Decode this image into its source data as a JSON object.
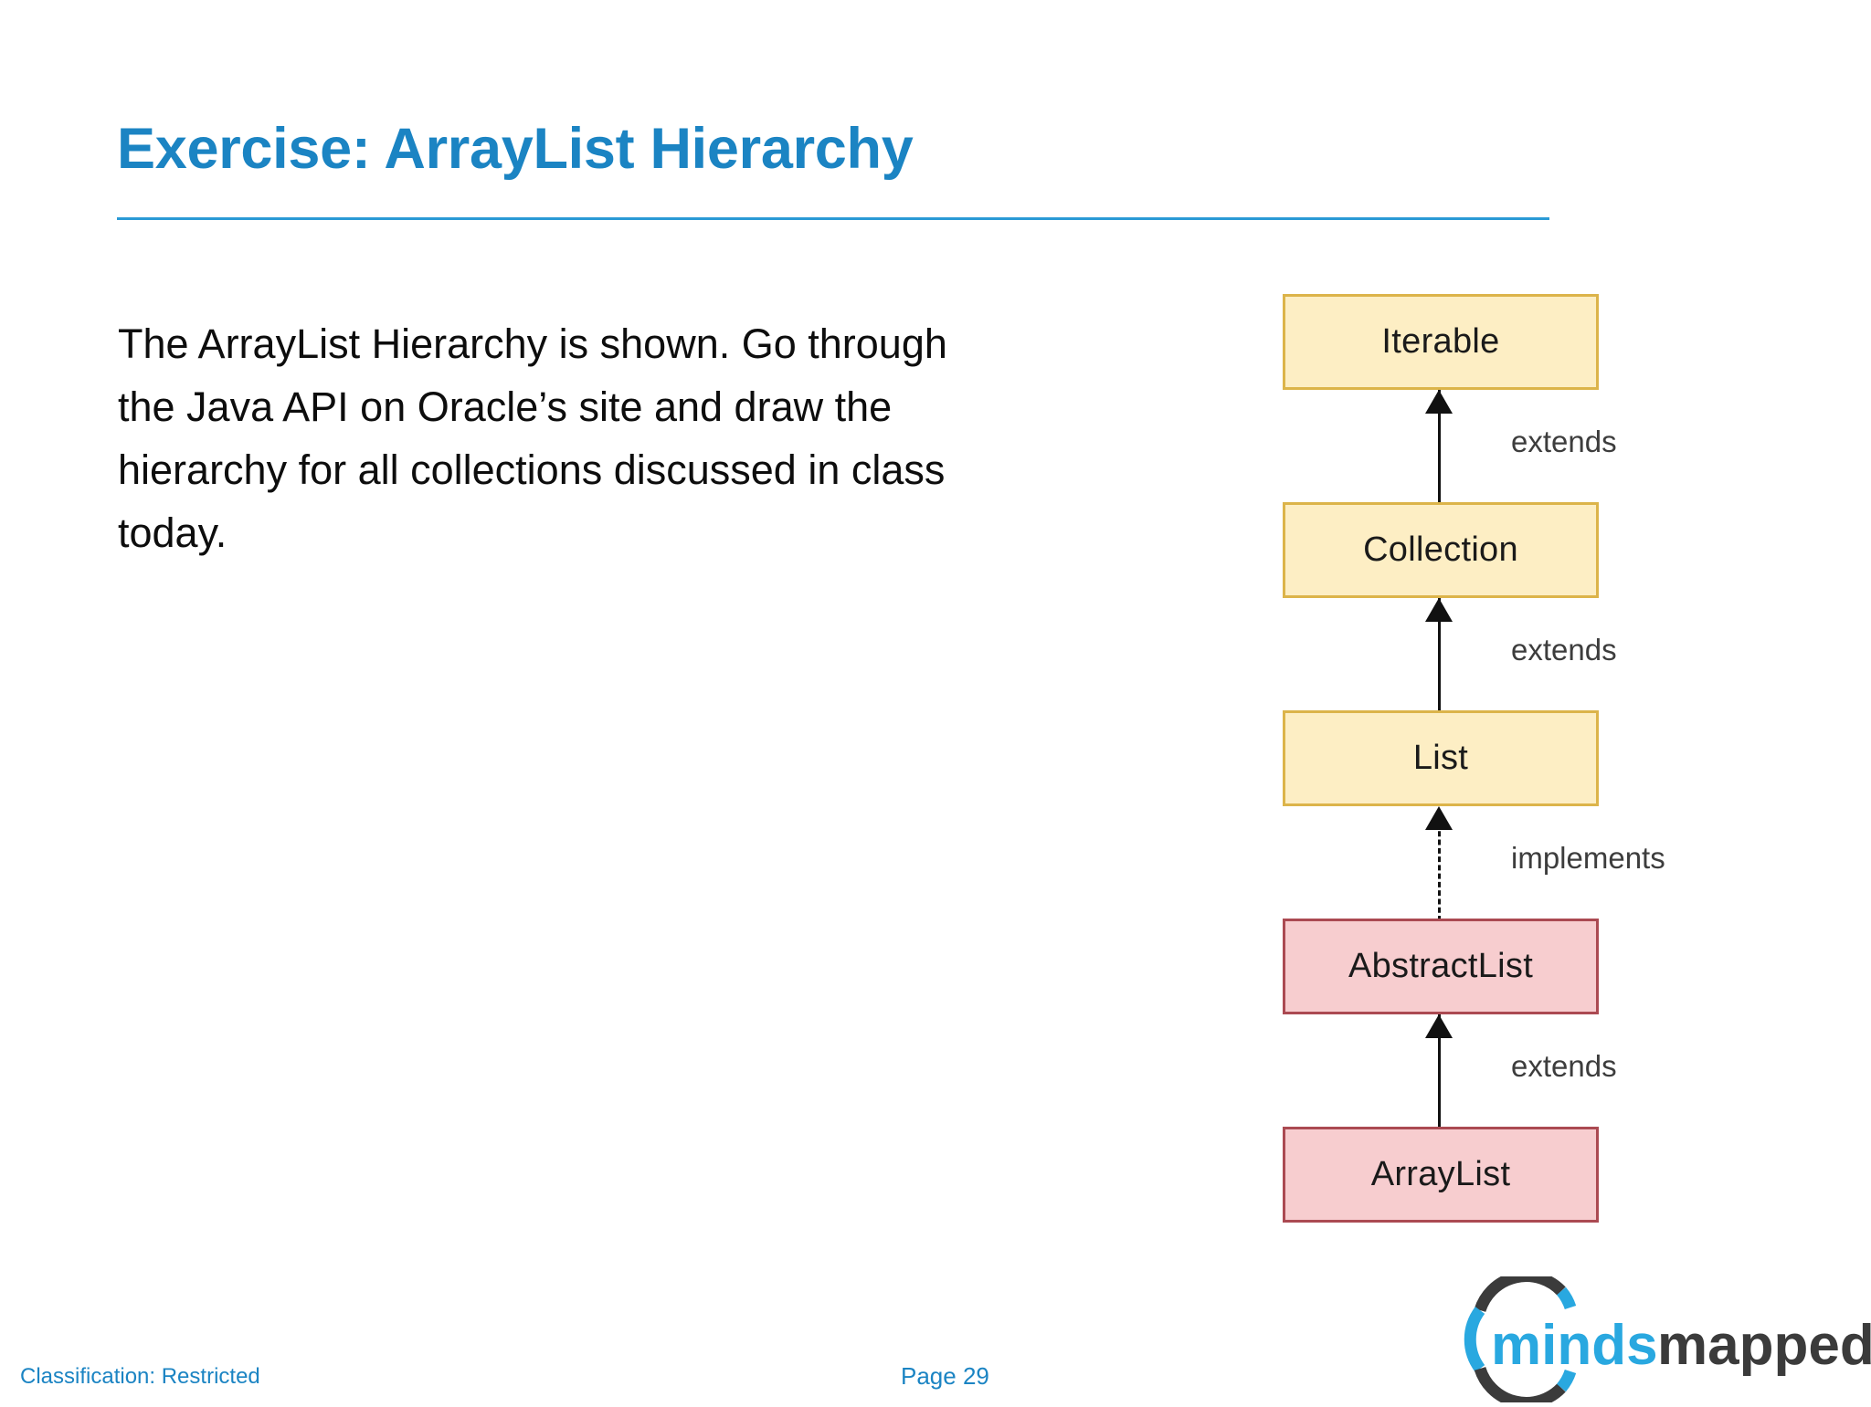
{
  "slide": {
    "title": "Exercise: ArrayList Hierarchy",
    "body": "The ArrayList Hierarchy is shown.  Go through the Java API on Oracle’s site and draw the hierarchy for all collections discussed in class today."
  },
  "diagram": {
    "nodes": [
      {
        "label": "Iterable",
        "kind": "interface"
      },
      {
        "label": "Collection",
        "kind": "interface"
      },
      {
        "label": "List",
        "kind": "interface"
      },
      {
        "label": "AbstractList",
        "kind": "class"
      },
      {
        "label": "ArrayList",
        "kind": "class"
      }
    ],
    "edges": [
      {
        "label": "extends",
        "style": "solid"
      },
      {
        "label": "extends",
        "style": "solid"
      },
      {
        "label": "implements",
        "style": "dashed"
      },
      {
        "label": "extends",
        "style": "solid"
      }
    ]
  },
  "footer": {
    "classification": "Classification:  Restricted",
    "page": "Page 29"
  },
  "logo": {
    "text_first": "minds",
    "text_second": "mapped",
    "color_first": "#29a8e0",
    "color_second": "#3b3b3b"
  },
  "colors": {
    "title_blue": "#1b84c3",
    "rule_blue": "#2a9ad6",
    "interface_fill": "#fdeec4",
    "interface_border": "#dcb44a",
    "class_fill": "#f7cdcf",
    "class_border": "#ab4a52",
    "footer_blue": "#1b84c3"
  }
}
